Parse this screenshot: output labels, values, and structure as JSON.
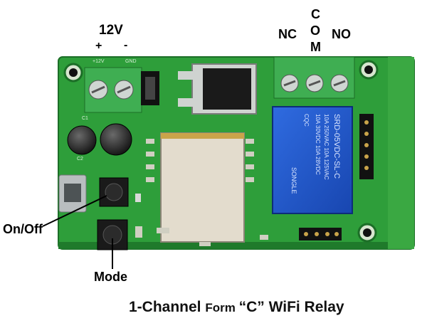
{
  "labels": {
    "supply_voltage": "12V",
    "plus_sign": "+",
    "minus_sign": "-",
    "nc": "NC",
    "com_c": "C",
    "com_o": "O",
    "com_m": "M",
    "no": "NO",
    "on_off": "On/Off",
    "mode": "Mode"
  },
  "board_silkscreen": {
    "plus12v": "+12V",
    "gnd": "GND",
    "c1": "C1",
    "c2": "C2"
  },
  "relay_print": {
    "line1": "SRD-05VDC-SL-C",
    "line2": "10A 250VAC  10A 125VAC",
    "line3": "10A 30VDC  10A 28VDC",
    "brand": "SONGLE",
    "cqc": "CQC"
  },
  "caption": {
    "part1": "1-Channel ",
    "part2": "Form ",
    "part3": "“C” ",
    "part4": "WiFi Relay"
  },
  "colors": {
    "pcb": "#2e9e3a",
    "pcb_dark": "#1f7a2b",
    "terminal": "#3fae52",
    "relay": "#1e56c8",
    "module": "#e3dccd"
  }
}
